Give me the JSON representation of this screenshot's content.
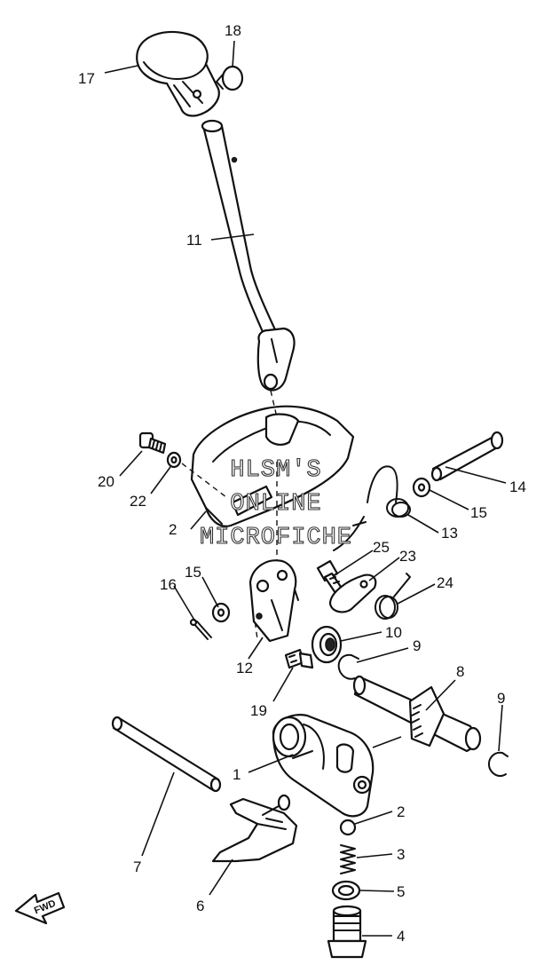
{
  "watermark": {
    "line1": "HLSM'S",
    "line2": "ONLINE",
    "line3": "MICROFICHE"
  },
  "direction_marker": "FWD",
  "callouts": {
    "c1": "1",
    "c2a": "2",
    "c2b": "2",
    "c3": "3",
    "c4": "4",
    "c5": "5",
    "c6": "6",
    "c7": "7",
    "c8": "8",
    "c9a": "9",
    "c9b": "9",
    "c10": "10",
    "c11": "11",
    "c12": "12",
    "c13": "13",
    "c14": "14",
    "c15a": "15",
    "c15b": "15",
    "c16": "16",
    "c17": "17",
    "c18": "18",
    "c19": "19",
    "c20": "20",
    "c22": "22",
    "c23": "23",
    "c24": "24",
    "c25": "25"
  }
}
